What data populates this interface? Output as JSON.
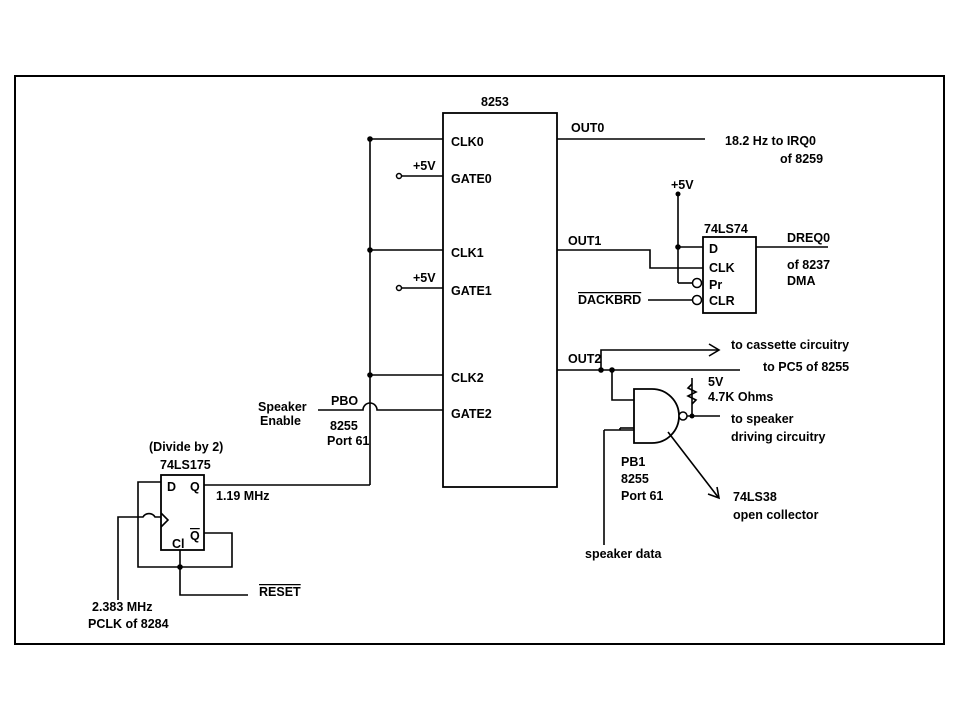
{
  "chips": {
    "timer": {
      "name": "8253",
      "pins_in": [
        "CLK0",
        "GATE0",
        "CLK1",
        "GATE1",
        "CLK2",
        "GATE2"
      ]
    },
    "flipflop": {
      "name": "74LS74",
      "pins": [
        "D",
        "CLK",
        "Pr",
        "CLR"
      ]
    },
    "divider": {
      "caption": "(Divide by 2)",
      "name": "74LS175",
      "pin_d": "D",
      "pin_q": "Q",
      "pin_qbar": "Q",
      "pin_clr": "Cl"
    }
  },
  "labels": {
    "out0": "OUT0",
    "out1": "OUT1",
    "out2": "OUT2",
    "irq_line1": "18.2 Hz to IRQ0",
    "irq_line2": "of 8259",
    "plus5v_gate0": "+5V",
    "plus5v_gate1": "+5V",
    "plus5v_ff": "+5V",
    "dreq_line1": "DREQ0",
    "dreq_line2": "of 8237",
    "dreq_line3": "DMA",
    "dackbrd": "DACKBRD",
    "cassette": "to cassette circuitry",
    "pc5": "to PC5 of 8255",
    "pullup_v": "5V",
    "pullup_r": "4.7K Ohms",
    "speaker_drive1": "to speaker",
    "speaker_drive2": "driving circuitry",
    "pb1_line1": "PB1",
    "pb1_line2": "8255",
    "pb1_line3": "Port 61",
    "nand_line1": "74LS38",
    "nand_line2": "open collector",
    "speaker_data": "speaker data",
    "speaker_enable1": "Speaker",
    "speaker_enable2": "Enable",
    "pb0": "PBO",
    "pb0_port1": "8255",
    "pb0_port2": "Port 61",
    "freq_out": "1.19 MHz",
    "reset": "RESET",
    "clk_in1": "2.383 MHz",
    "clk_in2": "PCLK of 8284"
  }
}
